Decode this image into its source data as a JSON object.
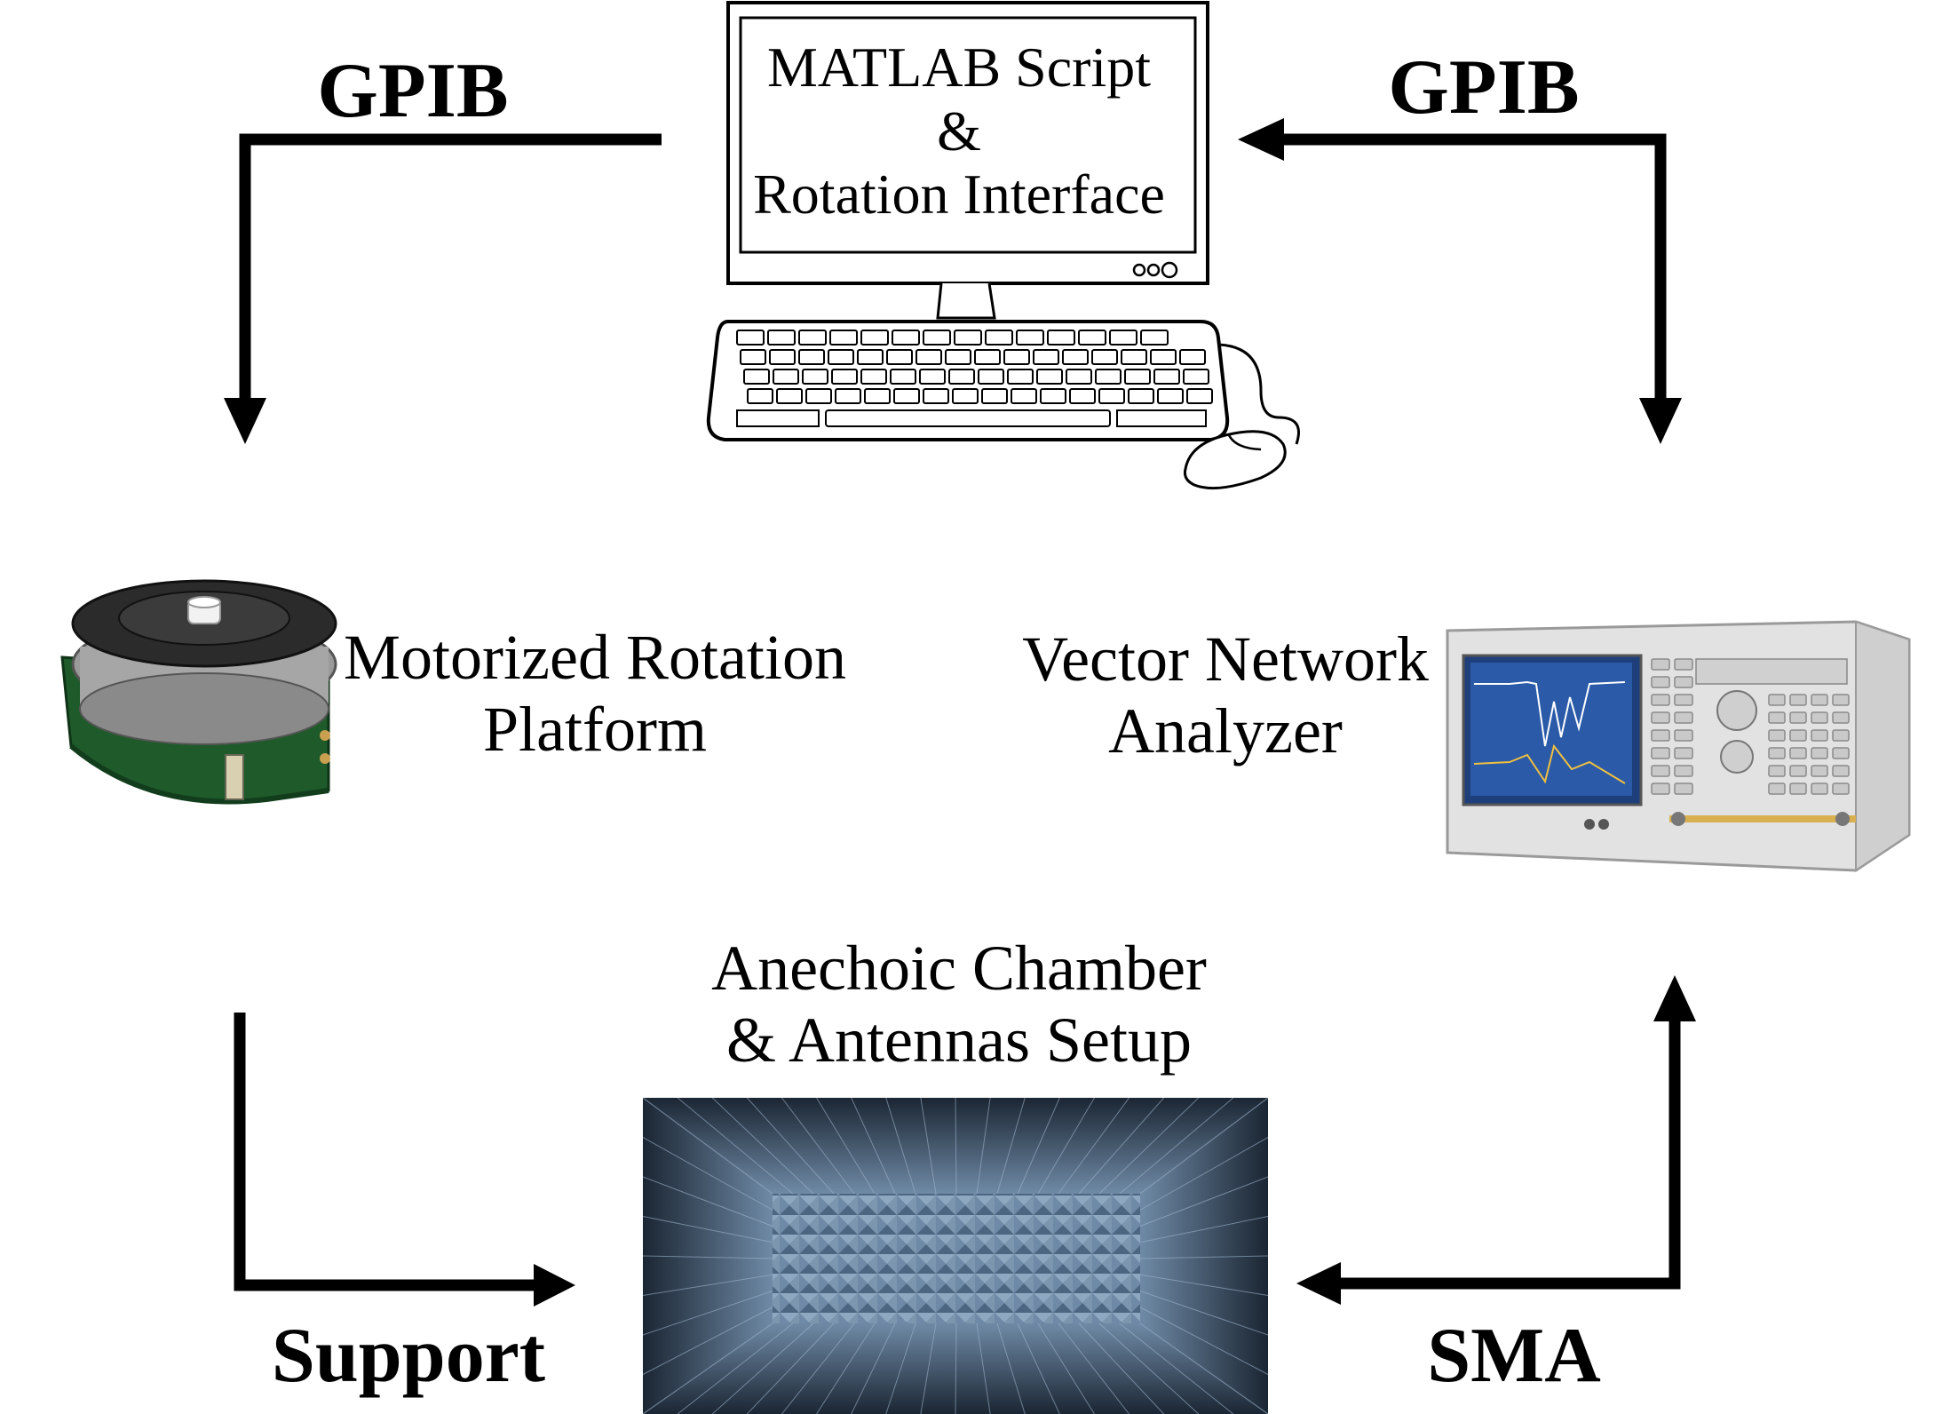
{
  "connections": {
    "gpib_left": "GPIB",
    "gpib_right": "GPIB",
    "support": "Support",
    "sma": "SMA"
  },
  "computer": {
    "screen_line1": "MATLAB Script",
    "screen_line2": "&",
    "screen_line3": "Rotation Interface"
  },
  "rotation_platform": {
    "line1": "Motorized Rotation",
    "line2": "Platform"
  },
  "vna": {
    "line1": "Vector Network",
    "line2": "Analyzer"
  },
  "chamber": {
    "line1": "Anechoic Chamber",
    "line2": "& Antennas Setup"
  },
  "colors": {
    "line": "#000000",
    "platform_green": "#1f5a2a",
    "platform_top": "#2b2b2b",
    "vna_body": "#e2e2e2",
    "vna_screen": "#2a5aa8",
    "absorber": "#6f8aa6"
  }
}
